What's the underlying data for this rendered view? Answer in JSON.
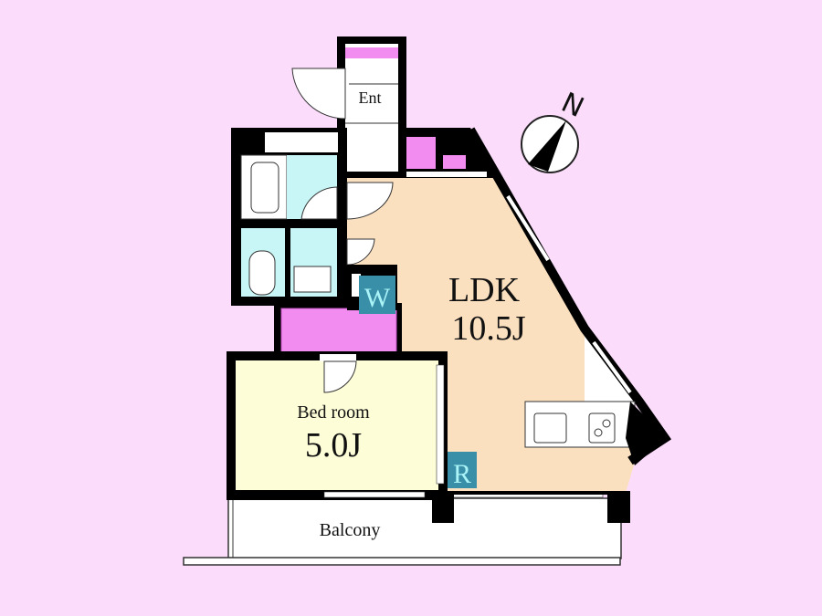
{
  "rooms": {
    "entrance": {
      "label": "Ent"
    },
    "ldk": {
      "label": "LDK",
      "size": "10.5J"
    },
    "bedroom": {
      "label": "Bed room",
      "size": "5.0J"
    },
    "balcony": {
      "label": "Balcony"
    }
  },
  "markers": {
    "wardrobe": "W",
    "refrigerator": "R"
  },
  "compass": {
    "label": "N",
    "icon": "north-arrow-icon"
  },
  "colors": {
    "background": "#fbdcfb",
    "ldk": "#fbe0c0",
    "bedroom": "#fdfdd8",
    "wet_area": "#c8f6f6",
    "storage": "#f28cf0",
    "marker": "#3a8fa8",
    "marker_text": "#aaf4f8",
    "wall": "#000000"
  }
}
